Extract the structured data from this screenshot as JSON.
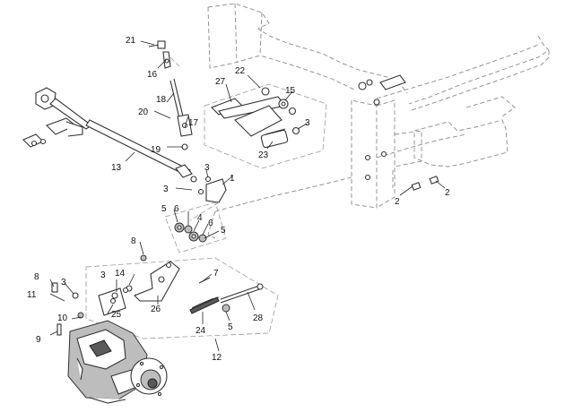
{
  "callouts": [
    {
      "id": "c1",
      "label": "1"
    },
    {
      "id": "c2a",
      "label": "2"
    },
    {
      "id": "c2b",
      "label": "2"
    },
    {
      "id": "c3a",
      "label": "3"
    },
    {
      "id": "c3b",
      "label": "3"
    },
    {
      "id": "c3c",
      "label": "3"
    },
    {
      "id": "c3d",
      "label": "3"
    },
    {
      "id": "c3e",
      "label": "3"
    },
    {
      "id": "c4",
      "label": "4"
    },
    {
      "id": "c5a",
      "label": "5"
    },
    {
      "id": "c5b",
      "label": "5"
    },
    {
      "id": "c5c",
      "label": "5"
    },
    {
      "id": "c6a",
      "label": "6"
    },
    {
      "id": "c6b",
      "label": "6"
    },
    {
      "id": "c7",
      "label": "7"
    },
    {
      "id": "c8a",
      "label": "8"
    },
    {
      "id": "c8b",
      "label": "8"
    },
    {
      "id": "c9",
      "label": "9"
    },
    {
      "id": "c10",
      "label": "10"
    },
    {
      "id": "c11",
      "label": "11"
    },
    {
      "id": "c12",
      "label": "12"
    },
    {
      "id": "c13",
      "label": "13"
    },
    {
      "id": "c14",
      "label": "14"
    },
    {
      "id": "c15",
      "label": "15"
    },
    {
      "id": "c16",
      "label": "16"
    },
    {
      "id": "c17",
      "label": "17"
    },
    {
      "id": "c18",
      "label": "18"
    },
    {
      "id": "c19",
      "label": "19"
    },
    {
      "id": "c20",
      "label": "20"
    },
    {
      "id": "c21",
      "label": "21"
    },
    {
      "id": "c22",
      "label": "22"
    },
    {
      "id": "c23",
      "label": "23"
    },
    {
      "id": "c24",
      "label": "24"
    },
    {
      "id": "c25",
      "label": "25"
    },
    {
      "id": "c26",
      "label": "26"
    },
    {
      "id": "c27",
      "label": "27"
    },
    {
      "id": "c28",
      "label": "28"
    }
  ]
}
